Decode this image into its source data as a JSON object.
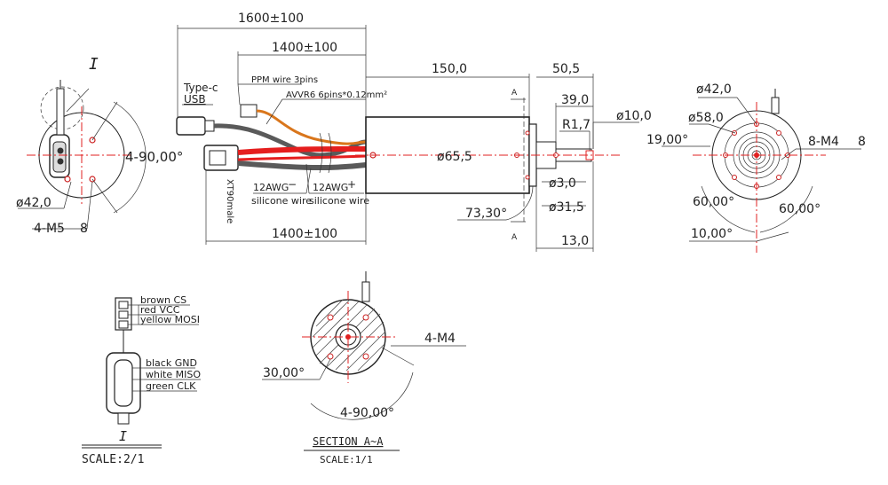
{
  "dims": {
    "d1600": "1600±100",
    "d1400_top": "1400±100",
    "d1400_bottom": "1400±100",
    "d150": "150,0",
    "d50_5": "50,5",
    "d39": "39,0",
    "r1_7": "R1,7",
    "phi10": "ø10,0",
    "phi65_5": "ø65,5",
    "phi3": "ø3,0",
    "phi31_5": "ø31,5",
    "ang73_3": "73,30°",
    "d13": "13,0",
    "sec_a_top": "A",
    "sec_a_bottom": "A",
    "left_phi42": "ø42,0",
    "left_m5": "4-M5",
    "left_m5_depth": "8",
    "left_ang": "4-90,00°",
    "left_detail": "I",
    "right_phi42": "ø42,0",
    "right_phi58": "ø58,0",
    "right_19": "19,00°",
    "right_m4": "8-M4",
    "right_m4_depth": "8",
    "right_60a": "60,00°",
    "right_60b": "60,00°",
    "right_10": "10,00°",
    "sec_30": "30,00°",
    "sec_m4": "4-M4",
    "sec_ang": "4-90,00°"
  },
  "wires": {
    "typec": "Type-c",
    "usb": "USB",
    "ppm": "PPM wire 3pins",
    "avvr": "AVVR6 6pins*0.12mm²",
    "xt90": "XT90male",
    "awg_minus": "12AWG",
    "awg_minus_sign": "−",
    "awg_plus": "12AWG",
    "awg_plus_sign": "+",
    "sil1": "silicone wire",
    "sil2": "silicone wire"
  },
  "connector_detail": {
    "pins": [
      "brown CS",
      "red VCC",
      "yellow MOSI"
    ],
    "usb_pins": [
      "black GND",
      "white MISO",
      "green CLK"
    ],
    "label": "I",
    "scale": "SCALE:2/1"
  },
  "section": {
    "title": "SECTION A~A",
    "scale": "SCALE:1/1"
  },
  "colors": {
    "line": "#222222",
    "center": "#e02020",
    "wire_red": "#e51e1e",
    "wire_grey": "#5a5a5a",
    "wire_orange": "#d9761c",
    "motor_fill": "#ffffff"
  }
}
